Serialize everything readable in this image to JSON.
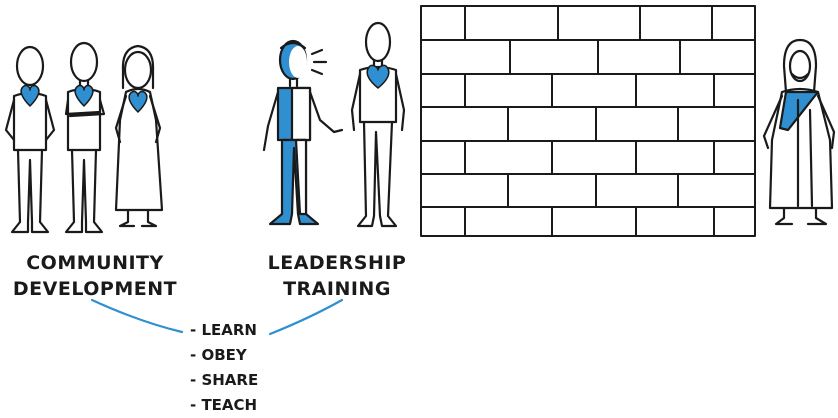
{
  "labels": {
    "community": [
      "COMMUNITY",
      "DEVELOPMENT"
    ],
    "leadership": [
      "LEADERSHIP",
      "TRAINING"
    ]
  },
  "steps": [
    "- LEARN",
    "- OBEY",
    "- SHARE",
    "- TEACH"
  ],
  "colors": {
    "accent": "#2f8fd0",
    "ink": "#1a1a1a",
    "background": "#ffffff"
  },
  "icons": [
    "heart-icon",
    "speech-lines-icon",
    "brick-wall",
    "robed-figure"
  ]
}
